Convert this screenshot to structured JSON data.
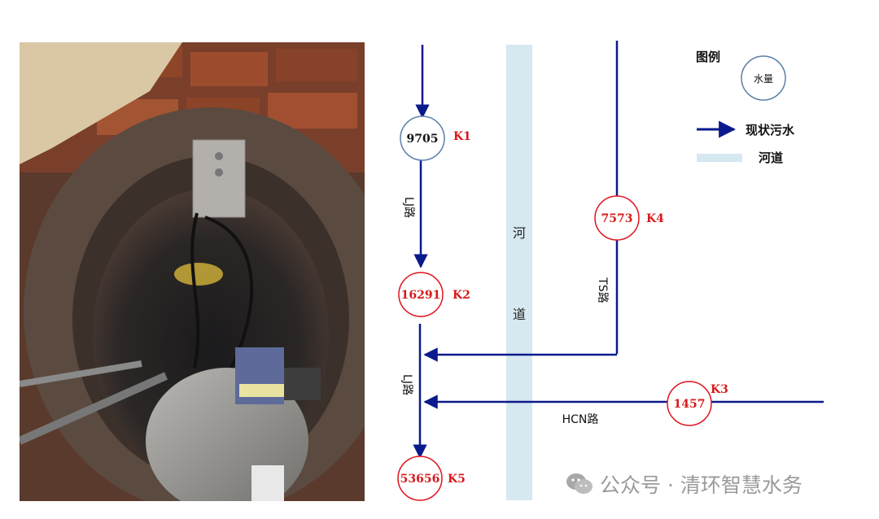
{
  "photo": {
    "subject": "manhole-with-water-flow-monitor",
    "icon": "photo-image"
  },
  "legend": {
    "title": "图例",
    "node_label": "水量",
    "pipe_label": "现状污水",
    "river_label": "河道"
  },
  "river": {
    "label_top": "河",
    "label_bottom": "道"
  },
  "roads": {
    "lj_upper": "LJ路",
    "lj_lower": "LJ路",
    "ts": "TS路",
    "hcn": "HCN路"
  },
  "nodes": [
    {
      "id": "K1",
      "value": "9705",
      "status": "normal"
    },
    {
      "id": "K2",
      "value": "16291",
      "status": "alert"
    },
    {
      "id": "K3",
      "value": "1457",
      "status": "alert"
    },
    {
      "id": "K4",
      "value": "7573",
      "status": "alert"
    },
    {
      "id": "K5",
      "value": "53656",
      "status": "alert"
    }
  ],
  "colors": {
    "pipe": "#0a1a8c",
    "river": "#d6e8f0",
    "normal_node": "#5a7fa8",
    "alert_node": "#e0141e",
    "alert_text": "#d81a1a"
  },
  "watermark": {
    "icon": "wechat-icon",
    "text": "公众号 · 清环智慧水务"
  }
}
